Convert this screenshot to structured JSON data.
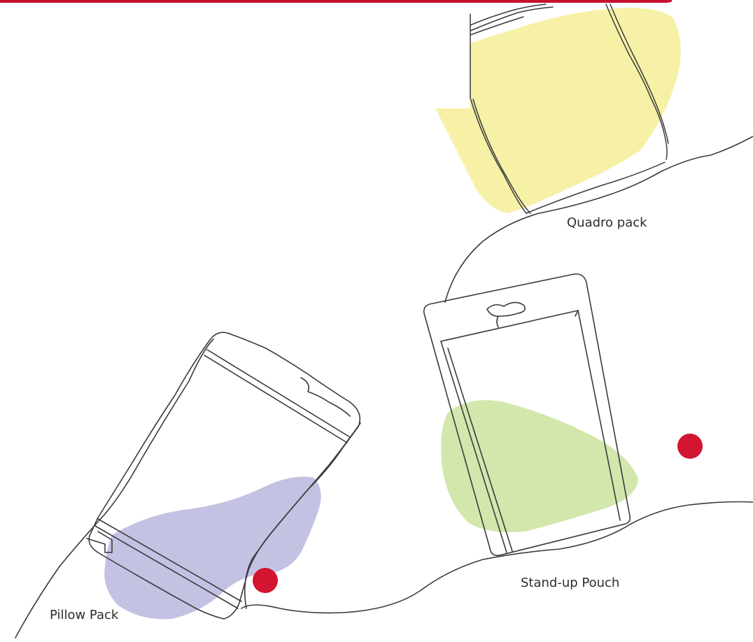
{
  "products": [
    {
      "key": "quadro",
      "label": "Quadro pack"
    },
    {
      "key": "standup",
      "label": "Stand-up Pouch"
    },
    {
      "key": "pillow",
      "label": "Pillow Pack"
    }
  ],
  "colors": {
    "top_bar": "#c8102e",
    "line": "#3a3a3a",
    "marker": "#d21530",
    "quadro_blob": "#f6f1a6",
    "standup_blob": "#d3e7ad",
    "pillow_blob": "#c4c2e3"
  },
  "markers": [
    "stand-up-marker",
    "pillow-marker"
  ]
}
